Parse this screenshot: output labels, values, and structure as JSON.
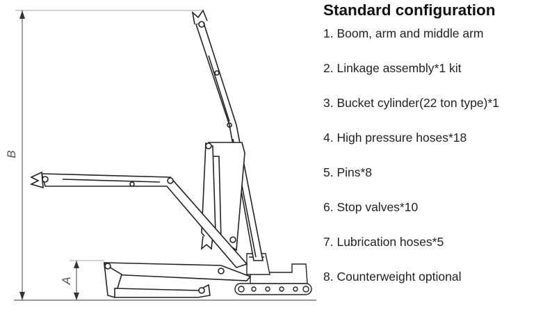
{
  "config": {
    "title": "Standard configuration",
    "items": [
      "1. Boom, arm and middle arm",
      "2. Linkage assembly*1 kit",
      "3. Bucket cylinder(22 ton type)*1",
      "4. High pressure hoses*18",
      "5. Pins*8",
      "6. Stop valves*10",
      "7. Lubrication hoses*5",
      "8. Counterweight optional"
    ]
  },
  "diagram": {
    "dimension_a": "A",
    "dimension_b": "B"
  }
}
